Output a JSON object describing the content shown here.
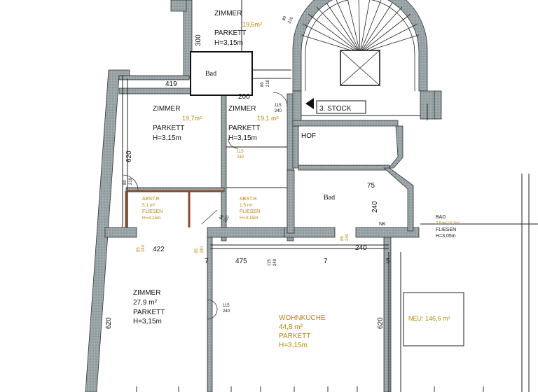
{
  "rooms": {
    "zimmer_top": {
      "name": "ZIMMER",
      "area": "19,6m²",
      "floor": "PARKETT",
      "height": "H=3,15m"
    },
    "zimmer_left": {
      "name": "ZIMMER",
      "area": "19,7m²",
      "floor": "PARKETT",
      "height": "H=3,15m"
    },
    "zimmer_mid": {
      "name": "ZIMMER",
      "area": "19,1 m²",
      "floor": "PARKETT",
      "height": "H=3,15m"
    },
    "abst_left": {
      "name": "ABST.R.",
      "area": "5,1 m²",
      "floor": "FLIESEN",
      "height": "H=3,15m"
    },
    "abst_mid": {
      "name": "ABST.R.",
      "area": "1,5 m²",
      "floor": "FLIESEN",
      "height": "H=3,15m"
    },
    "zimmer_bottom": {
      "name": "ZIMMER",
      "area": "27,9 m²",
      "floor": "PARKETT",
      "height": "H=3,15m"
    },
    "wohnkueche": {
      "name": "WOHNKÜCHE",
      "area": "44,8 m²",
      "floor": "PARKETT",
      "height": "H=3,15m"
    },
    "bad_small": {
      "name": "BAD",
      "area": "3,8 m² / 6,7m²",
      "floor": "FLIESEN",
      "height": "H=3,05m"
    }
  },
  "labels": {
    "bad_top": "Bad",
    "bad_mid": "Bad",
    "hof": "HOF",
    "stock": "3. STOCK",
    "nk": "NK",
    "neu": "NEU: 146,6 m²"
  },
  "dims": {
    "d300": "300",
    "d419": "419",
    "d200": "200",
    "d620a": "620",
    "d620b": "620",
    "d620c": "620",
    "d75": "75",
    "d240a": "240",
    "d422": "422",
    "d475": "475",
    "d240b": "240",
    "d7a": "7",
    "d7b": "7",
    "d5": "5"
  },
  "doors": {
    "d80_210a": "80",
    "d80_210a_h": "210",
    "d80_210b": "80",
    "d80_210b_h": "210",
    "d80_210c": "80",
    "d80_210c_h": "210",
    "d115_240a": "115",
    "d115_240a_h": "240",
    "d115_240b": "115",
    "d115_240b_h": "240",
    "d115_240c": "115",
    "d115_240c_h": "240",
    "d115_240d": "115",
    "d115_240d_h": "240",
    "d85_240a": "85",
    "d85_240a_h": "240",
    "d85_240b": "85",
    "d85_240b_h": "240",
    "d85_240c": "85",
    "d85_240c_h": "240",
    "d60_210": "60",
    "d60_210_h": "210"
  }
}
